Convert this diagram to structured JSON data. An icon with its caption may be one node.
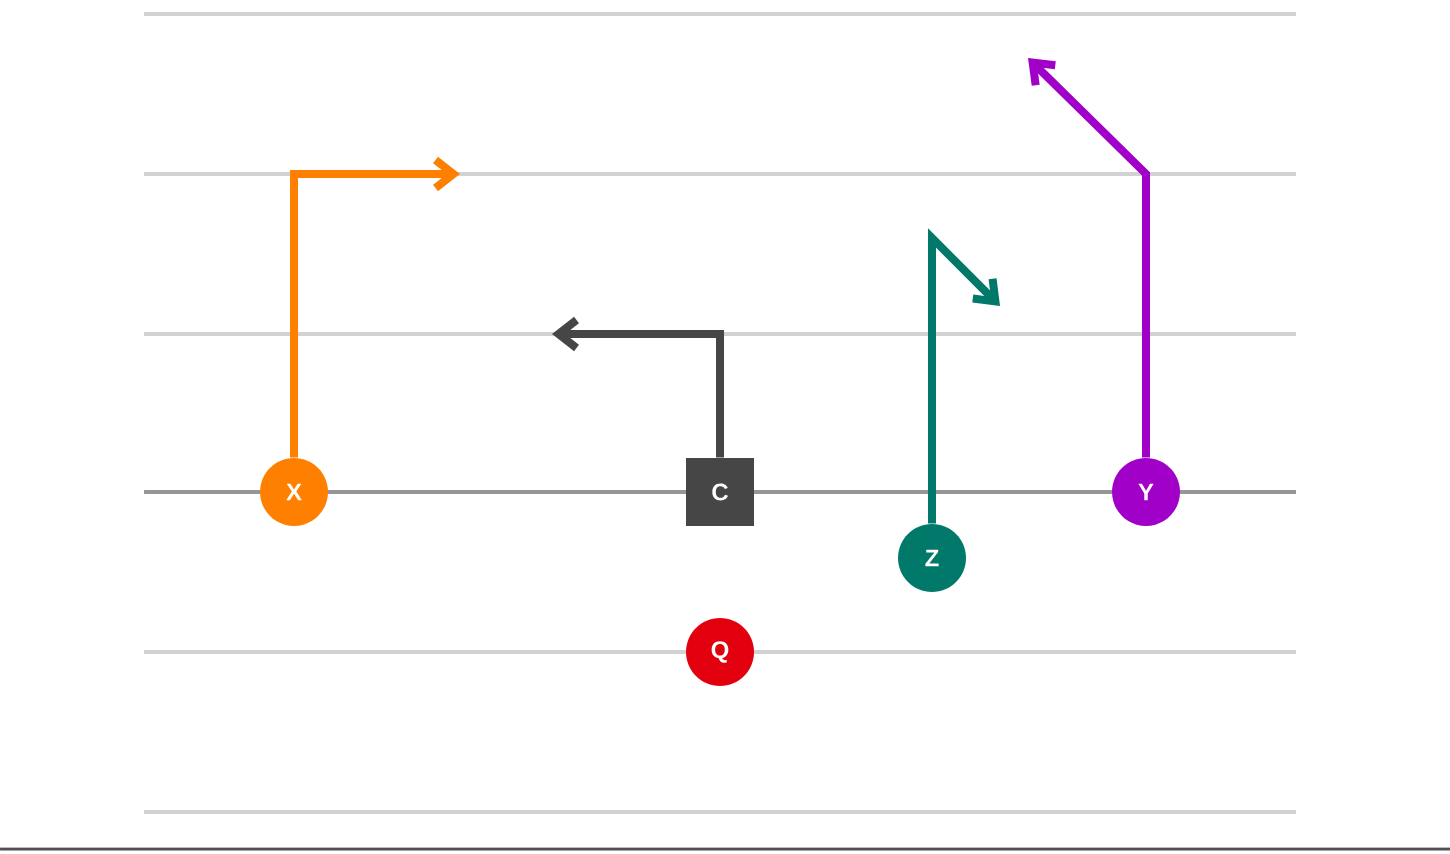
{
  "diagram": {
    "nodes": [
      {
        "text": [
          "X"
        ]
      },
      {
        "text": [
          "C"
        ]
      },
      {
        "text": [
          "Z"
        ]
      },
      {
        "text": [
          "Y"
        ]
      },
      {
        "text": [
          "Q"
        ]
      }
    ],
    "edges": [
      {
        "from": 0,
        "to": null,
        "arrow": "to",
        "color": "#ff8000"
      },
      {
        "from": 1,
        "to": null,
        "arrow": "to",
        "color": "#464646"
      },
      {
        "from": 2,
        "to": null,
        "arrow": "to",
        "color": "#00796b"
      },
      {
        "from": 3,
        "to": null,
        "arrow": "to",
        "color": "#a100c8"
      }
    ]
  }
}
